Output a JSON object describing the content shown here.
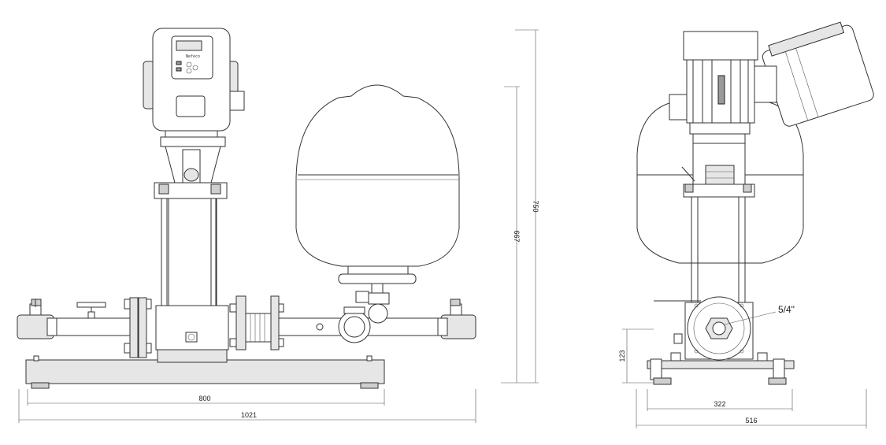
{
  "front_view": {
    "controller_brand": "Nefeco",
    "dim_inner_width": "800",
    "dim_overall_width": "1021"
  },
  "height_dims": {
    "tank_height": "667",
    "total_height": "750"
  },
  "side_view": {
    "connection_size": "5/4\"",
    "base_height": "123",
    "base_inner_width": "322",
    "overall_width": "516"
  }
}
